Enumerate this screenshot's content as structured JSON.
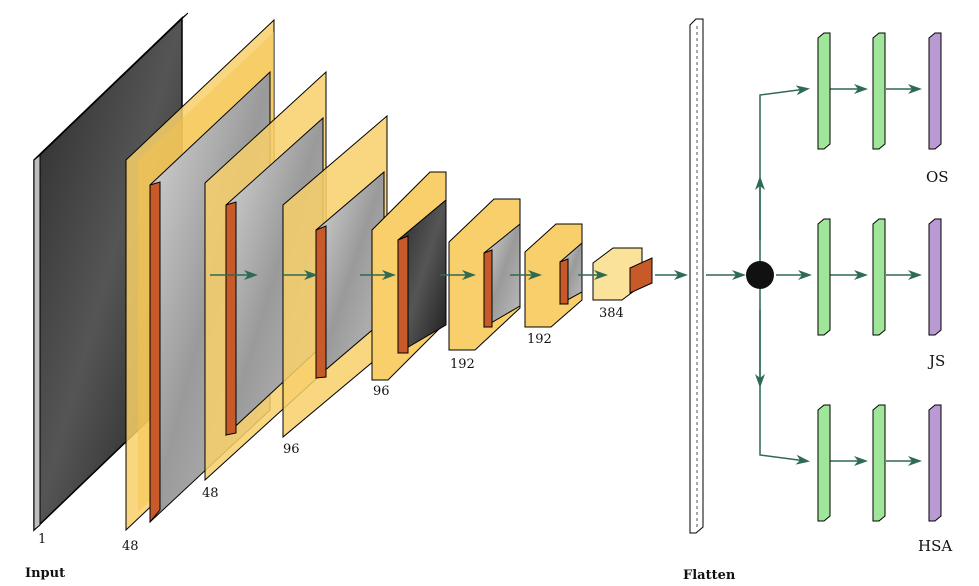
{
  "labels": {
    "input": "Input",
    "flatten": "Flatten",
    "input_channels": "1",
    "block1": "48",
    "block2": "48",
    "block3": "96",
    "block4": "96",
    "block5": "192",
    "block6": "192",
    "block7": "384"
  },
  "heads": [
    {
      "name": "OS",
      "color": "#9fe59a"
    },
    {
      "name": "JS",
      "color": "#9fe59a"
    },
    {
      "name": "HSA",
      "color": "#9fe59a"
    }
  ],
  "colors": {
    "conv_face": "#f8cf6a",
    "conv_dark": "#f0b43b",
    "relu": "#c85a2a",
    "arrow": "#2f6a52",
    "dense": "#9fe59a",
    "output": "#b99ad2",
    "flatten": "#ffffff"
  }
}
